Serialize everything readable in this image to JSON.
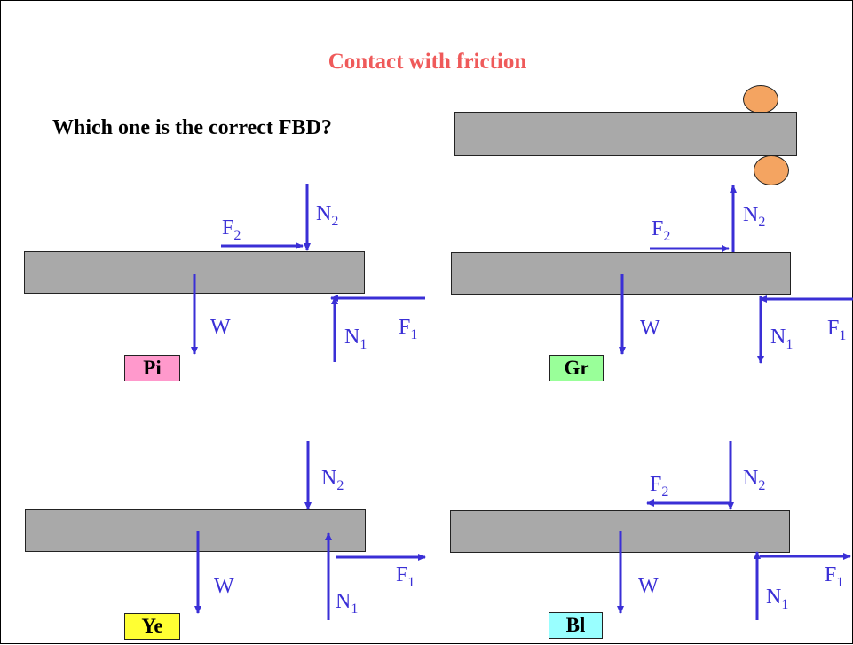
{
  "slide": {
    "title": "Contact with friction",
    "question": "Which one is the correct FBD?"
  },
  "labels": {
    "F": "F",
    "N": "N",
    "W": "W",
    "sub1": "1",
    "sub2": "2"
  },
  "options": [
    {
      "key": "pink",
      "tag": "Pi",
      "color": "#ff99cc"
    },
    {
      "key": "green",
      "tag": "Gr",
      "color": "#99ff99"
    },
    {
      "key": "yellow",
      "tag": "Ye",
      "color": "#ffff33"
    },
    {
      "key": "blue",
      "tag": "Bl",
      "color": "#99ffff"
    }
  ],
  "colors": {
    "title": "#ef5a5a",
    "arrow": "#3a2fd6",
    "bar": "#a9a9a9",
    "ball": "#f4a461"
  }
}
